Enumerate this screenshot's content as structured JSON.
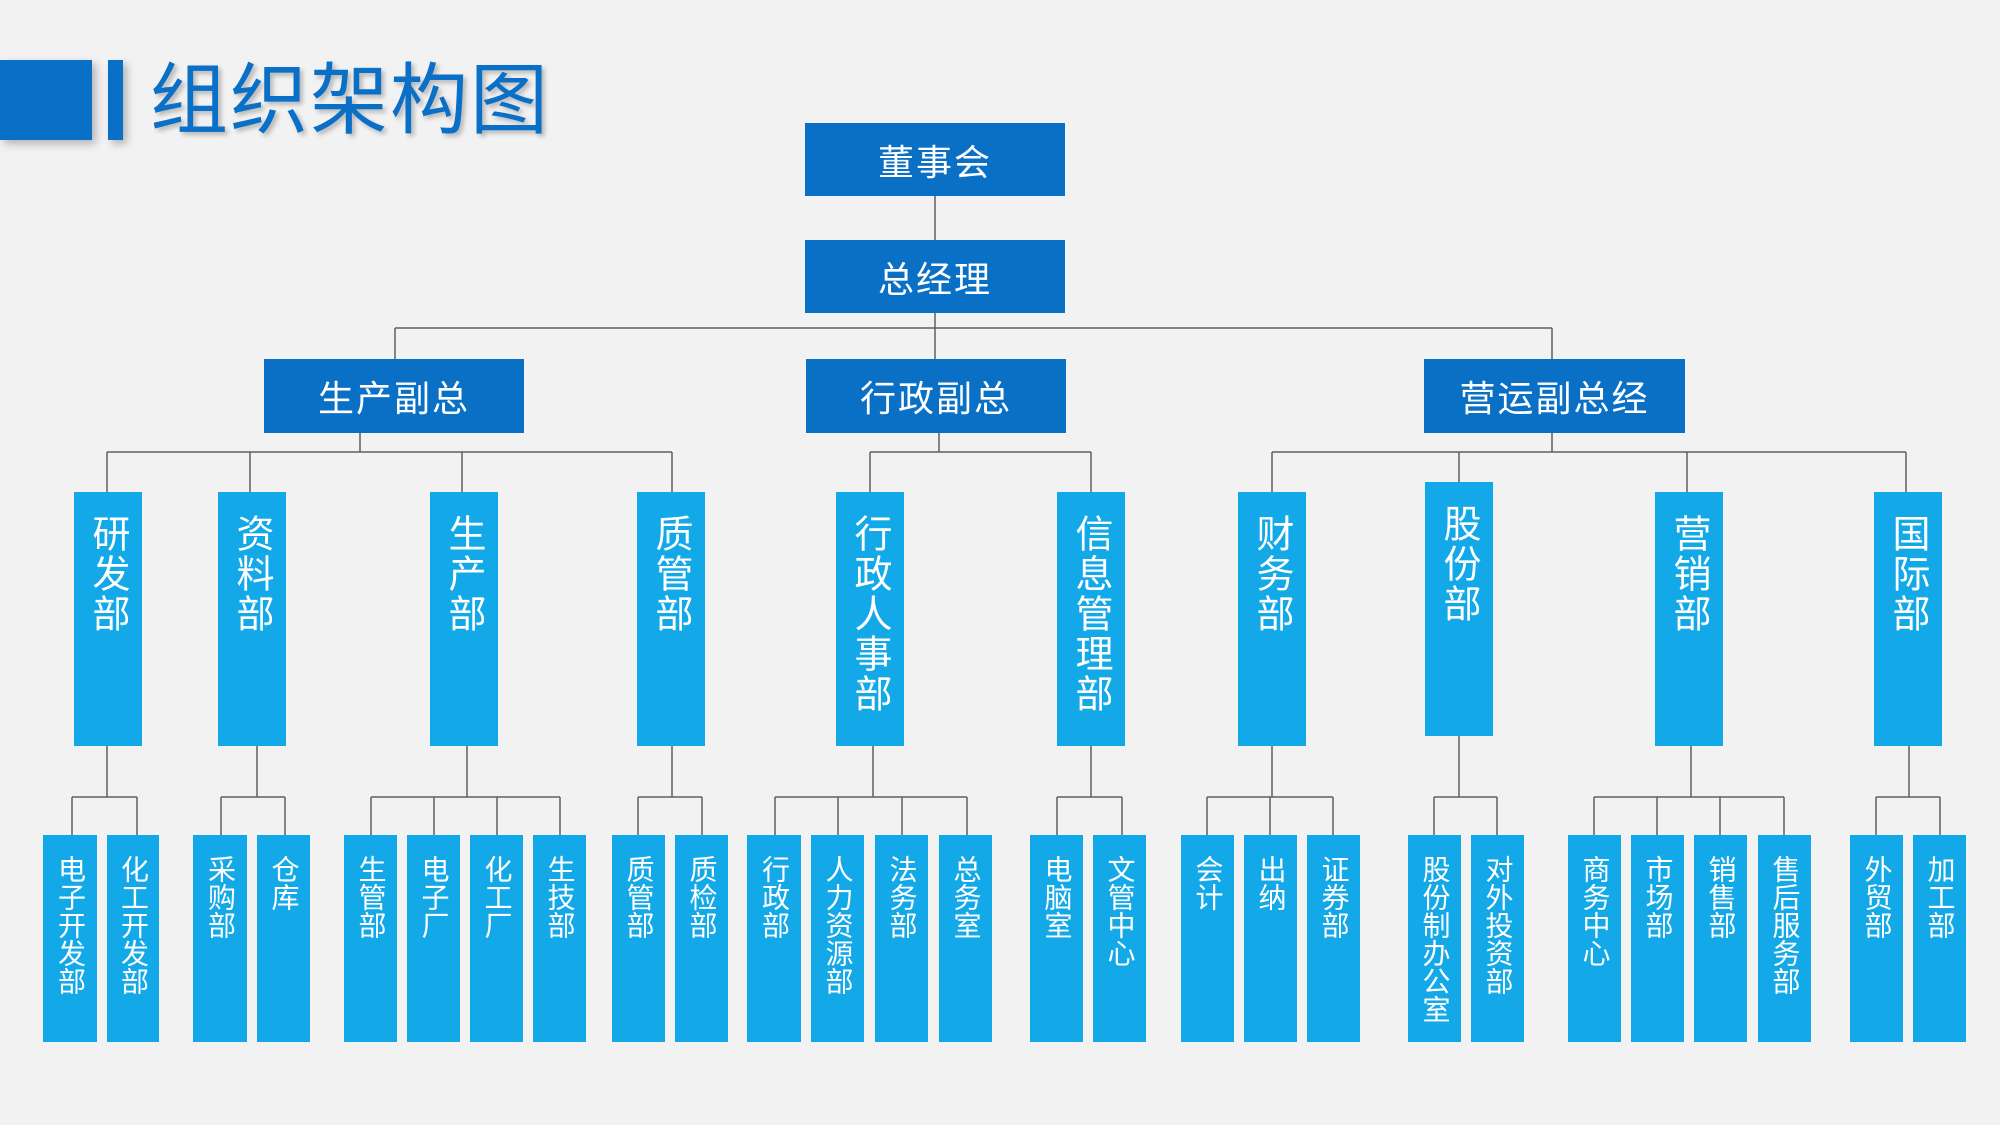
{
  "title": "组织架构图",
  "colors": {
    "title": "#0a6fc7",
    "node_dark": "#0a70c5",
    "node_light": "#13a9e8",
    "line": "#606060"
  },
  "top": {
    "board": "董事会",
    "manager": "总经理"
  },
  "vps": [
    {
      "label": "生产副总",
      "departments": [
        {
          "label": "研发部",
          "subs": [
            "电子开发部",
            "化工开发部"
          ]
        },
        {
          "label": "资料部",
          "subs": [
            "采购部",
            "仓库"
          ]
        },
        {
          "label": "生产部",
          "subs": [
            "生管部",
            "电子厂",
            "化工厂",
            "生技部"
          ]
        },
        {
          "label": "质管部",
          "subs": [
            "质管部",
            "质检部"
          ]
        }
      ]
    },
    {
      "label": "行政副总",
      "departments": [
        {
          "label": "行政人事部",
          "subs": [
            "行政部",
            "人力资源部",
            "法务部",
            "总务室"
          ]
        },
        {
          "label": "信息管理部",
          "subs": [
            "电脑室",
            "文管中心"
          ]
        }
      ]
    },
    {
      "label": "营运副总经",
      "departments": [
        {
          "label": "财务部",
          "subs": [
            "会计",
            "出纳",
            "证券部"
          ]
        },
        {
          "label": "股份部",
          "subs": [
            "股份制办公室",
            "对外投资部"
          ]
        },
        {
          "label": "营销部",
          "subs": [
            "商务中心",
            "市场部",
            "销售部",
            "售后服务部"
          ]
        },
        {
          "label": "国际部",
          "subs": [
            "外贸部",
            "加工部"
          ]
        }
      ]
    }
  ]
}
